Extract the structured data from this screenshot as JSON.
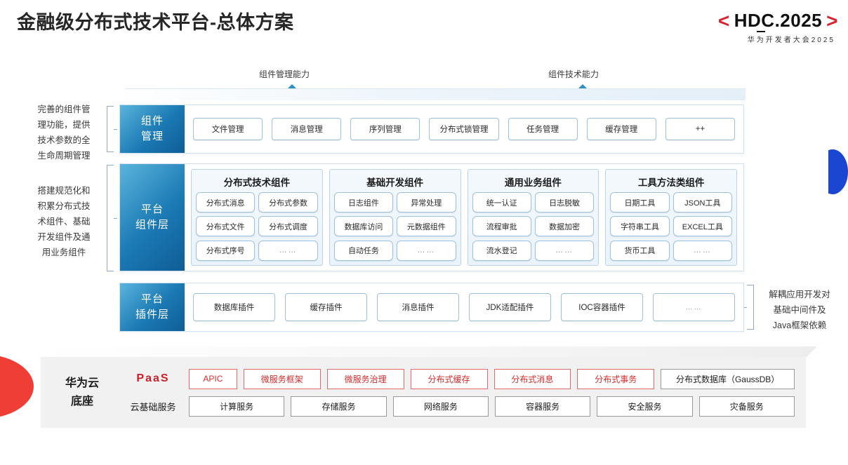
{
  "header": {
    "title": "金融级分布式技术平台-总体方案",
    "logo": {
      "left_bracket": "<",
      "text": "HDC.2025",
      "right_bracket": ">",
      "subtitle": "华为开发者大会2025",
      "bracket_color": "#d9232e"
    }
  },
  "top_arrows": [
    {
      "label": "组件管理能力",
      "name": "component-management-capability"
    },
    {
      "label": "组件技术能力",
      "name": "component-technology-capability"
    }
  ],
  "side_notes": {
    "left_top": "完善的组件管理功能，提供技术参数的全生命周期管理",
    "left_top_lines": [
      "完善的组件管",
      "理功能，提供",
      "技术参数的全",
      "生命周期管理"
    ],
    "left_bottom_lines": [
      "搭建规范化和",
      "积累分布式技",
      "术组件、基础",
      "开发组件及通",
      "用业务组件"
    ],
    "right_lines": [
      "解耦应用开发对",
      "基础中间件及",
      "Java框架依赖"
    ]
  },
  "layers": [
    {
      "name": "component-management-layer",
      "tab_lines": [
        "组件",
        "管理"
      ],
      "items": [
        "文件管理",
        "消息管理",
        "序列管理",
        "分布式锁管理",
        "任务管理",
        "缓存管理",
        "++"
      ]
    },
    {
      "name": "platform-component-layer",
      "tab_lines": [
        "平台",
        "组件层"
      ],
      "groups": [
        {
          "title": "分布式技术组件",
          "items": [
            "分布式消息",
            "分布式参数",
            "分布式文件",
            "分布式调度",
            "分布式序号",
            "……"
          ]
        },
        {
          "title": "基础开发组件",
          "items": [
            "日志组件",
            "异常处理",
            "数据库访问",
            "元数据组件",
            "自动任务",
            "……"
          ]
        },
        {
          "title": "通用业务组件",
          "items": [
            "统一认证",
            "日志脱敏",
            "流程审批",
            "数据加密",
            "流水登记",
            "……"
          ]
        },
        {
          "title": "工具方法类组件",
          "items": [
            "日期工具",
            "JSON工具",
            "字符串工具",
            "EXCEL工具",
            "货币工具",
            "……"
          ]
        }
      ]
    },
    {
      "name": "platform-plugin-layer",
      "tab_lines": [
        "平台",
        "插件层"
      ],
      "items": [
        "数据库插件",
        "缓存插件",
        "消息插件",
        "JDK适配插件",
        "IOC容器插件",
        "……"
      ]
    }
  ],
  "base": {
    "title_lines": [
      "华为云",
      "底座"
    ],
    "rows": [
      {
        "tag": "PaaS",
        "style": "paas",
        "items": [
          {
            "label": "APIC",
            "style": "red",
            "flex": 0.62
          },
          {
            "label": "微服务框架",
            "style": "red",
            "flex": 1
          },
          {
            "label": "微服务治理",
            "style": "red",
            "flex": 1
          },
          {
            "label": "分布式缓存",
            "style": "red",
            "flex": 1
          },
          {
            "label": "分布式消息",
            "style": "red",
            "flex": 1
          },
          {
            "label": "分布式事务",
            "style": "red",
            "flex": 1
          },
          {
            "label": "分布式数据库（GaussDB）",
            "style": "gray",
            "flex": 1.75
          }
        ]
      },
      {
        "tag": "云基础服务",
        "style": "basic",
        "items": [
          {
            "label": "计算服务",
            "style": "gray",
            "flex": 1
          },
          {
            "label": "存储服务",
            "style": "gray",
            "flex": 1
          },
          {
            "label": "网络服务",
            "style": "gray",
            "flex": 1
          },
          {
            "label": "容器服务",
            "style": "gray",
            "flex": 1
          },
          {
            "label": "安全服务",
            "style": "gray",
            "flex": 1
          },
          {
            "label": "灾备服务",
            "style": "gray",
            "flex": 1
          }
        ]
      }
    ]
  },
  "colors": {
    "brand_red": "#d9232e",
    "accent_blue": "#1b79b4",
    "crescent_blue": "#1a46d2",
    "wedge_red": "#ee3e36"
  }
}
